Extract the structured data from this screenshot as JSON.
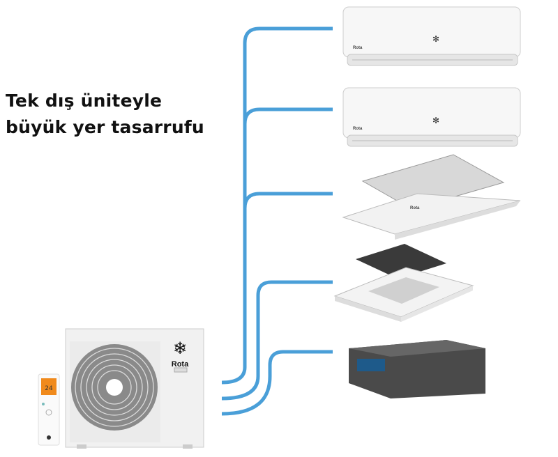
{
  "headline": {
    "line1": "Tek dış üniteyle",
    "line2": "büyük yer tasarrufu"
  },
  "outdoor_unit": {
    "brand": "Rota",
    "remote_display": "24"
  },
  "indoor_units": [
    {
      "type": "wall-mounted",
      "brand": "Rota"
    },
    {
      "type": "wall-mounted",
      "brand": "Rota"
    },
    {
      "type": "one-way cassette",
      "brand": "Rota"
    },
    {
      "type": "four-way cassette"
    },
    {
      "type": "ducted"
    }
  ],
  "colors": {
    "pipe": "#4a9fd8",
    "text": "#111111"
  }
}
